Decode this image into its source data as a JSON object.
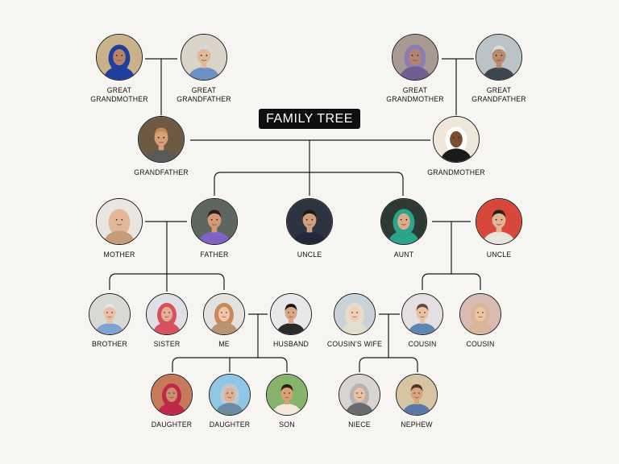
{
  "title": "FAMILY TREE",
  "colors": {
    "background": "#f6f5f2",
    "line": "#1a1a1a",
    "title_bg": "#0f0f0f",
    "title_text": "#ffffff"
  },
  "people": {
    "great_grandmother_left": {
      "label": "GREAT\nGRANDMOTHER"
    },
    "great_grandfather_left": {
      "label": "GREAT\nGRANDFATHER"
    },
    "great_grandmother_right": {
      "label": "GREAT\nGRANDMOTHER"
    },
    "great_grandfather_right": {
      "label": "GREAT\nGRANDFATHER"
    },
    "grandfather": {
      "label": "GRANDFATHER"
    },
    "grandmother": {
      "label": "GRANDMOTHER"
    },
    "mother": {
      "label": "MOTHER"
    },
    "father": {
      "label": "FATHER"
    },
    "uncle_middle": {
      "label": "UNCLE"
    },
    "aunt": {
      "label": "AUNT"
    },
    "uncle_right": {
      "label": "UNCLE"
    },
    "brother": {
      "label": "BROTHER"
    },
    "sister": {
      "label": "SISTER"
    },
    "me": {
      "label": "ME"
    },
    "husband": {
      "label": "HUSBAND"
    },
    "cousins_wife": {
      "label": "COUSIN'S WIFE"
    },
    "cousin_male": {
      "label": "COUSIN"
    },
    "cousin_female": {
      "label": "COUSIN"
    },
    "daughter_1": {
      "label": "DAUGHTER"
    },
    "daughter_2": {
      "label": "DAUGHTER"
    },
    "son": {
      "label": "SON"
    },
    "niece": {
      "label": "NIECE"
    },
    "nephew": {
      "label": "NEPHEW"
    }
  }
}
